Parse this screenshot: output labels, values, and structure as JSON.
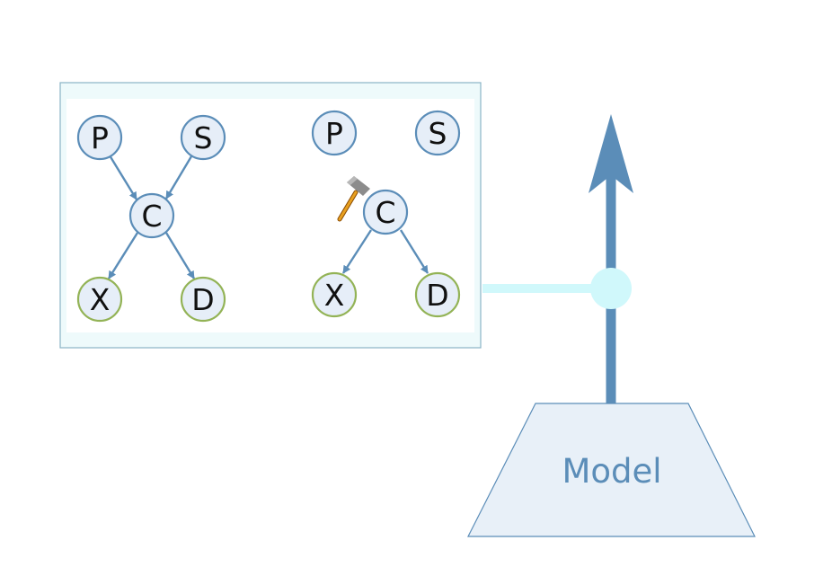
{
  "left_graph": {
    "nodes": {
      "p": "P",
      "s": "S",
      "c": "C",
      "x": "X",
      "d": "D"
    }
  },
  "right_graph": {
    "nodes": {
      "p": "P",
      "s": "S",
      "c": "C",
      "x": "X",
      "d": "D"
    },
    "intervention_icon": "hammer-icon"
  },
  "model": {
    "label": "Model"
  },
  "colors": {
    "node_fill": "#e6eef8",
    "node_stroke": "#5b8db8",
    "outcome_stroke": "#93b356",
    "edge": "#5b8db8",
    "panel_fill": "#eefafb",
    "panel_stroke": "#8ab4c6",
    "connector": "#d0f8fb",
    "model_fill": "#e8f0f8",
    "model_stroke": "#5b8db8"
  }
}
